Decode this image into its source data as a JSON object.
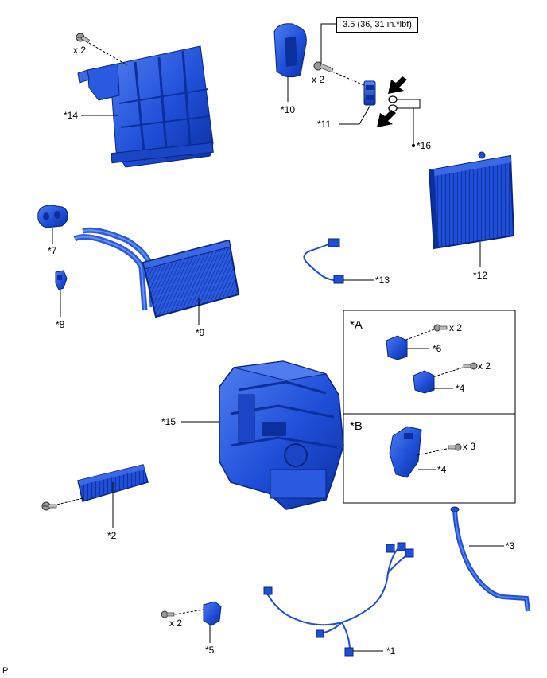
{
  "torque_spec": "3.5 (36, 31 in.*lbf)",
  "labels": {
    "p1": "*1",
    "p2": "*2",
    "p3": "*3",
    "p4a": "*4",
    "p4b": "*4",
    "p5": "*5",
    "p6": "*6",
    "p7": "*7",
    "p8": "*8",
    "p9": "*9",
    "p10": "*10",
    "p11": "*11",
    "p12": "*12",
    "p13": "*13",
    "p14": "*14",
    "p15": "*15",
    "p16": "*16"
  },
  "quantities": {
    "q14": "x 2",
    "q11": "x 2",
    "q6": "x 2",
    "q4a": "x 2",
    "q4b": "x 3",
    "q5": "x 2"
  },
  "insets": {
    "a": "*A",
    "b": "*B"
  },
  "corner_mark": "P",
  "colors": {
    "part_fill": "#1f4fd8",
    "part_dark": "#0c2f9e",
    "part_light": "#5a85f0",
    "line": "#000000"
  }
}
